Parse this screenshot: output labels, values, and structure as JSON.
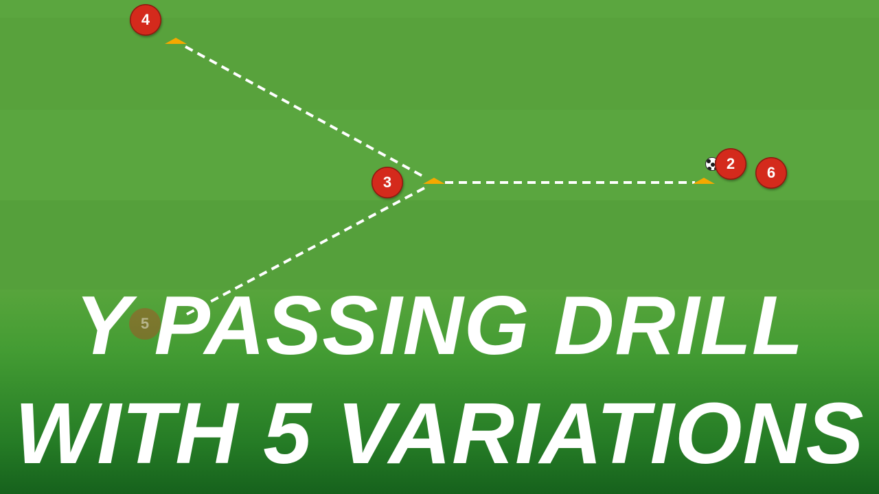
{
  "title": {
    "line1": "Y PASSING DRILL",
    "line2": "WITH 5 VARIATIONS"
  },
  "players": [
    {
      "number": "4"
    },
    {
      "number": "3"
    },
    {
      "number": "2"
    },
    {
      "number": "6"
    },
    {
      "number": "5"
    }
  ],
  "colors": {
    "player": "#d42a1c",
    "cone": "#f5a800",
    "pass_line": "#ffffff",
    "pitch": "#5aa33e",
    "headline": "#ffffff"
  },
  "icons": [
    "cone-icon",
    "ball-icon"
  ]
}
